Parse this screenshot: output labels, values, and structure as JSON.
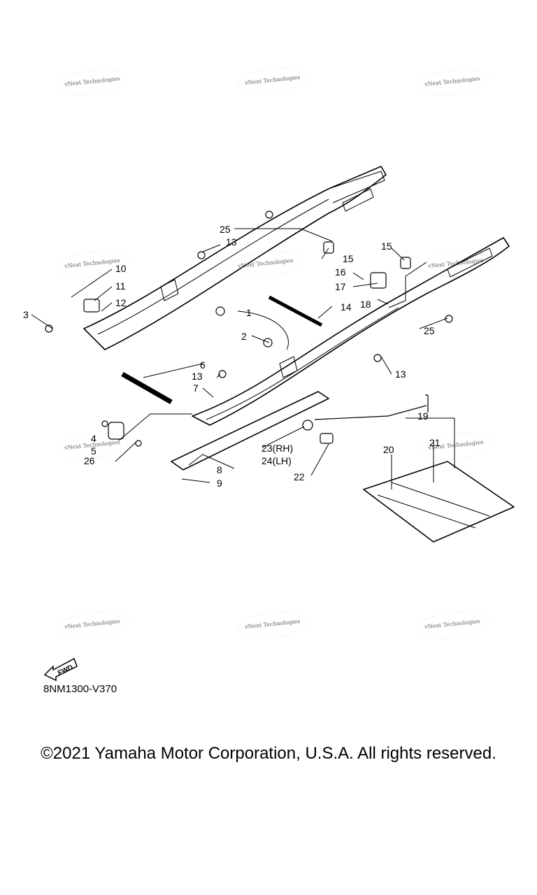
{
  "watermarks": [
    {
      "text": "vNext Technologies"
    },
    {
      "text": "vNext Technologies"
    },
    {
      "text": "vNext Technologies"
    },
    {
      "text": "vNext Technologies"
    },
    {
      "text": "vNext Technologies"
    },
    {
      "text": "vNext Technologies"
    },
    {
      "text": "vNext Technologies"
    },
    {
      "text": "vNext Technologies"
    },
    {
      "text": "vNext Technologies"
    },
    {
      "text": "vNext Technologies"
    },
    {
      "text": "vNext Technologies"
    }
  ],
  "callouts": [
    {
      "label": "1"
    },
    {
      "label": "2"
    },
    {
      "label": "3"
    },
    {
      "label": "4"
    },
    {
      "label": "5"
    },
    {
      "label": "6"
    },
    {
      "label": "7"
    },
    {
      "label": "8"
    },
    {
      "label": "9"
    },
    {
      "label": "10"
    },
    {
      "label": "11"
    },
    {
      "label": "12"
    },
    {
      "label": "13"
    },
    {
      "label": "13"
    },
    {
      "label": "13"
    },
    {
      "label": "13"
    },
    {
      "label": "14"
    },
    {
      "label": "15"
    },
    {
      "label": "15"
    },
    {
      "label": "16"
    },
    {
      "label": "17"
    },
    {
      "label": "18"
    },
    {
      "label": "19"
    },
    {
      "label": "20"
    },
    {
      "label": "21"
    },
    {
      "label": "22"
    },
    {
      "label": "23(RH)"
    },
    {
      "label": "24(LH)"
    },
    {
      "label": "25"
    },
    {
      "label": "25"
    },
    {
      "label": "26"
    }
  ],
  "fwd_label": "FWD",
  "diagram_code": "8NM1300-V370",
  "copyright": "©2021 Yamaha Motor Corporation, U.S.A. All rights reserved."
}
